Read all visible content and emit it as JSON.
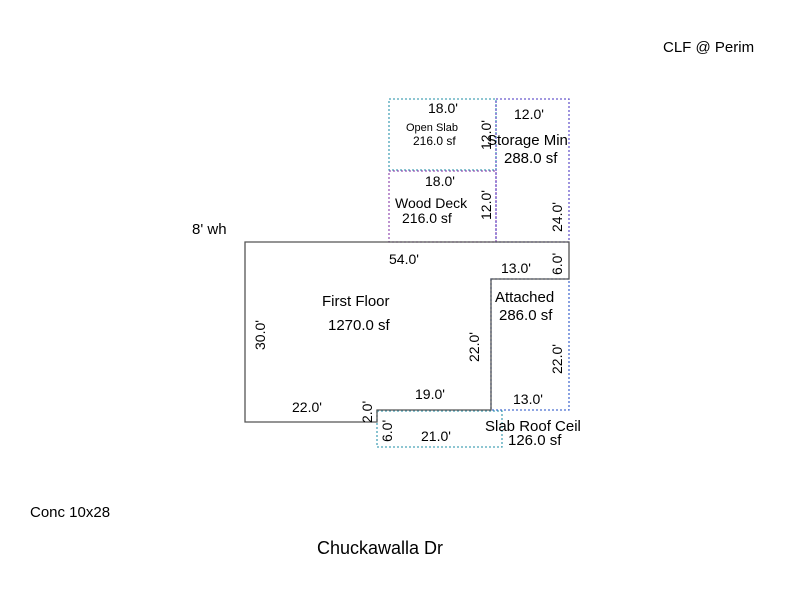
{
  "corner_note": "CLF @ Perim",
  "wall_height_note": "8' wh",
  "concrete_note": "Conc 10x28",
  "street_name": "Chuckawalla Dr",
  "colors": {
    "main_line": "#555555",
    "open_slab": "#4aa3b8",
    "wood_deck": "#9b59b6",
    "storage": "#6a5acd",
    "attached": "#4a6fd1",
    "slab_roof": "#4aa3b8"
  },
  "areas": {
    "first_floor": {
      "name": "First Floor",
      "area": "1270.0 sf",
      "dims": {
        "top": "54.0'",
        "left": "30.0'",
        "bottom_left": "22.0'",
        "step": "2.0'",
        "bottom_mid": "19.0'",
        "inner_vertical": "22.0'",
        "notch_width": "13.0'",
        "notch_height": "6.0'"
      }
    },
    "open_slab": {
      "name": "Open Slab",
      "area": "216.0 sf",
      "dims": {
        "top": "18.0'",
        "side": "12.0'"
      }
    },
    "wood_deck": {
      "name": "Wood Deck",
      "area": "216.0 sf",
      "dims": {
        "top": "18.0'",
        "side": "12.0'"
      }
    },
    "storage": {
      "name": "Storage Min",
      "area": "288.0 sf",
      "dims": {
        "top": "12.0'",
        "side": "24.0'"
      }
    },
    "attached": {
      "name": "Attached",
      "area": "286.0 sf",
      "dims": {
        "bottom": "13.0'",
        "side": "22.0'"
      }
    },
    "slab_roof": {
      "name": "Slab Roof Ceil",
      "area": "126.0 sf",
      "dims": {
        "bottom": "21.0'",
        "side": "6.0'"
      }
    }
  }
}
